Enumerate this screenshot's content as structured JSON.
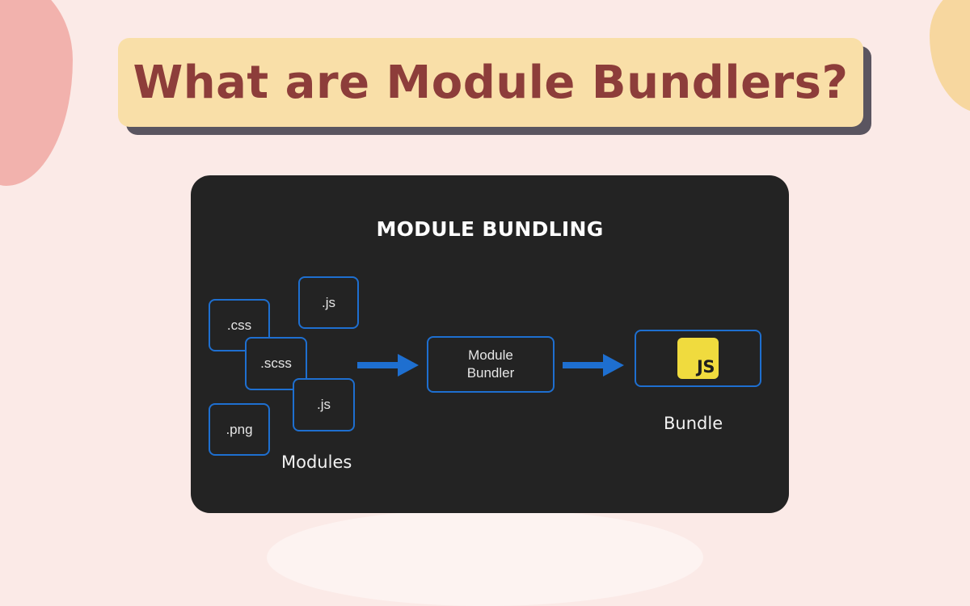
{
  "title": "What are Module Bundlers?",
  "diagram": {
    "heading": "MODULE BUNDLING",
    "modules": {
      "css": ".css",
      "js_top": ".js",
      "scss": ".scss",
      "js_bottom": ".js",
      "png": ".png"
    },
    "modules_caption": "Modules",
    "bundler_line1": "Module",
    "bundler_line2": "Bundler",
    "bundle_logo_text": "JS",
    "bundle_caption": "Bundle"
  },
  "colors": {
    "background": "#fbeae7",
    "title_box": "#f9dfa8",
    "title_text": "#8d3d3a",
    "panel": "#232323",
    "accent_blue": "#1e6fd0",
    "js_yellow": "#f0db3e"
  }
}
